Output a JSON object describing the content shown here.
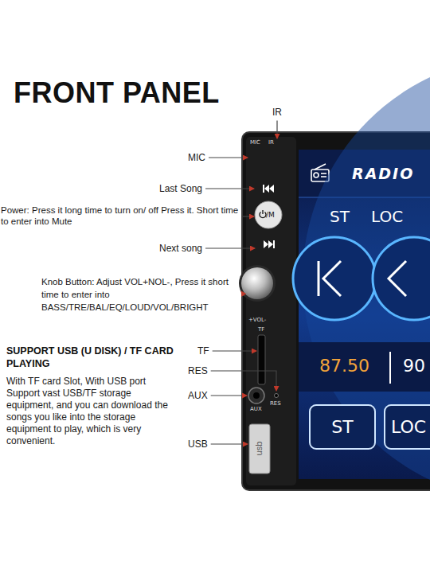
{
  "diagram": {
    "title": "FRONT PANEL",
    "nodes": [
      {
        "text": [
          "ST"
        ]
      },
      {
        "text": [
          "LOC"
        ]
      }
    ],
    "labels": [
      "IR",
      "MIC",
      "MIC",
      "IR",
      "Last Song",
      "Power: Press it long time to turn on/ off Press it. Short time to enter into Mute",
      "/M",
      "Next song",
      "Knob Button: Adjust VOL+NOL-, Press it short time to enter into BASS/TRE/BAL/EQ/LOUD/VOL/BRIGHT",
      "+VOL-",
      "TF",
      "SUPPORT USB (U DISK) / TF CARD PLAYING",
      "With TF card Slot, With USB port Support vast USB/TF storage equipment, and you can download the songs you like into the storage equipment to play, which is very convenient.",
      "TF",
      "RES",
      "RES",
      "AUX",
      "AUX",
      "USB",
      "usb",
      "RADIO",
      "ST",
      "LOC",
      "87.50",
      "90"
    ]
  }
}
